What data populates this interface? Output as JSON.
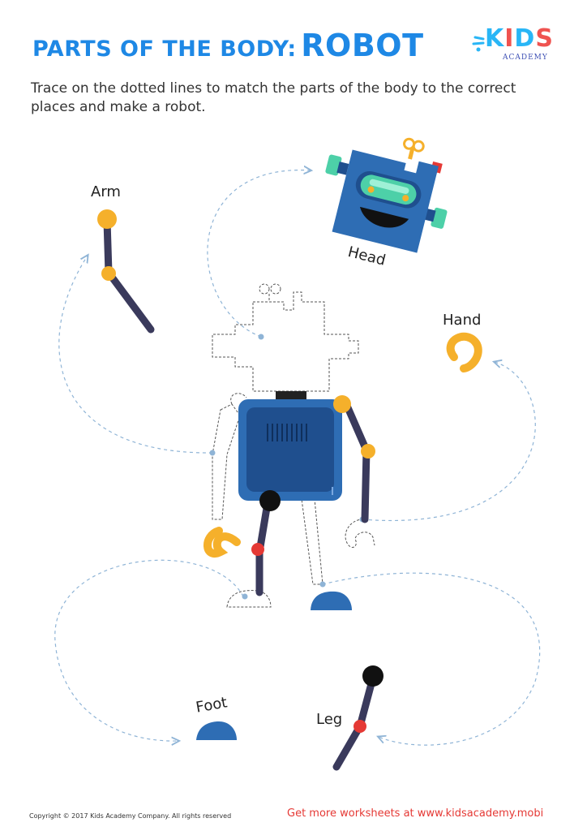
{
  "header": {
    "title_small": "PARTS OF THE BODY:",
    "title_big": "ROBOT"
  },
  "logo": {
    "kids_k": "K",
    "kids_i": "I",
    "kids_d": "D",
    "kids_s": "S",
    "academy": "ACADEMY"
  },
  "instructions": "Trace on the dotted lines to match the parts of the body to the correct places and make a robot.",
  "labels": {
    "arm": "Arm",
    "head": "Head",
    "hand": "Hand",
    "foot": "Foot",
    "leg": "Leg"
  },
  "colors": {
    "title_blue": "#1e88e5",
    "robot_blue": "#2e6db4",
    "robot_dark_blue": "#1f4f8e",
    "joint_orange": "#f5b02b",
    "limb_navy": "#3a3a5c",
    "dashed_line": "#8fb4d6",
    "joint_red": "#e53935",
    "visor_green": "#4dd0a8",
    "footer_red": "#e53935"
  },
  "footer": {
    "copyright": "Copyright © 2017 Kids Academy Company. All rights reserved",
    "more": "Get more worksheets at www.kidsacademy.mobi"
  }
}
